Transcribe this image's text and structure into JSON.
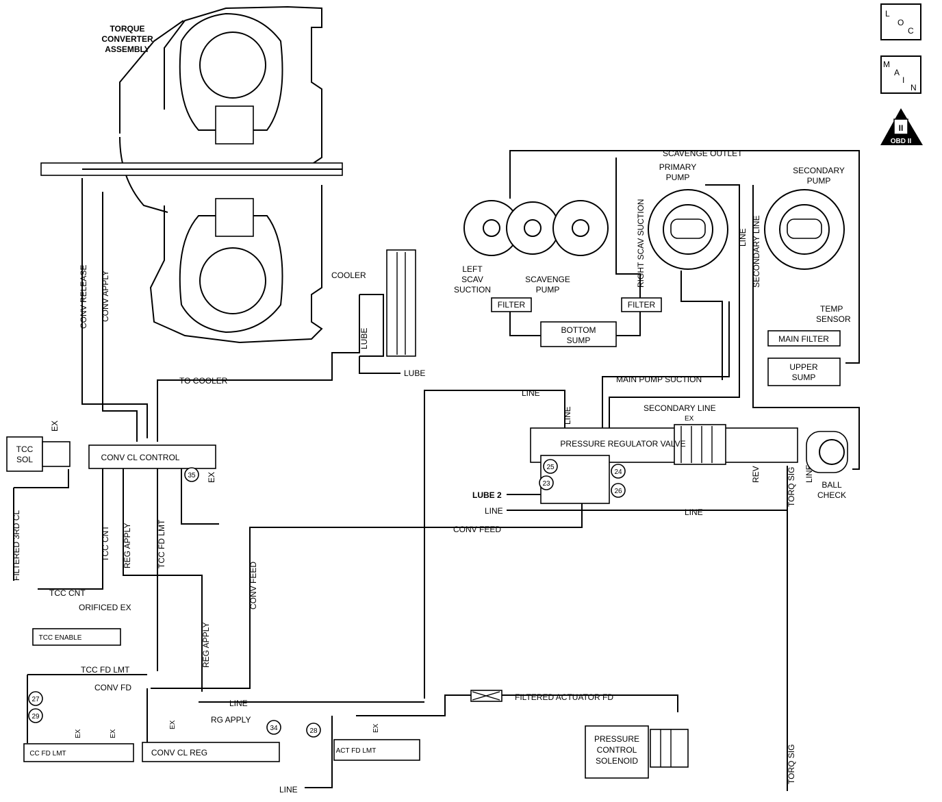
{
  "nav": {
    "loc": [
      "L",
      "O",
      "C"
    ],
    "main": [
      "M",
      "A",
      "I",
      "N"
    ],
    "obd": {
      "numeral": "II",
      "label": "OBD II"
    }
  },
  "components": {
    "torque_converter": [
      "TORQUE",
      "CONVERTER",
      "ASSEMBLY"
    ],
    "cooler": "COOLER",
    "left_scav_suction": [
      "LEFT",
      "SCAV",
      "SUCTION"
    ],
    "scavenge_pump": [
      "SCAVENGE",
      "PUMP"
    ],
    "primary_pump": [
      "PRIMARY",
      "PUMP"
    ],
    "secondary_pump": [
      "SECONDARY",
      "PUMP"
    ],
    "filter_left": "FILTER",
    "filter_right": "FILTER",
    "bottom_sump": [
      "BOTTOM",
      "SUMP"
    ],
    "temp_sensor": [
      "TEMP",
      "SENSOR"
    ],
    "main_filter": "MAIN FILTER",
    "upper_sump": [
      "UPPER",
      "SUMP"
    ],
    "pressure_regulator_valve": "PRESSURE REGULATOR VALVE",
    "ball_check": [
      "BALL",
      "CHECK"
    ],
    "tcc_sol": [
      "TCC",
      "SOL"
    ],
    "conv_cl_control": "CONV CL CONTROL",
    "tcc_enable": "TCC ENABLE",
    "cc_fd_lmt": "CC FD LMT",
    "conv_cl_reg": "CONV CL REG",
    "act_fd_lmt": "ACT FD LMT",
    "pressure_control_solenoid": [
      "PRESSURE",
      "CONTROL",
      "SOLENOID"
    ]
  },
  "lines": {
    "scavenge_outlet": "SCAVENGE OUTLET",
    "right_scav_suction": "RIGHT SCAV SUCTION",
    "line_vert": "LINE",
    "secondary_line_vert": "SECONDARY LINE",
    "conv_release": "CONV RELEASE",
    "conv_apply": "CONV APPLY",
    "lube_vert": "LUBE",
    "lube": "LUBE",
    "to_cooler": "TO COOLER",
    "main_pump_suction": "MAIN PUMP SUCTION",
    "line_mid": "LINE",
    "line_mid_vert": "LINE",
    "secondary_line": "SECONDARY LINE",
    "ex_reg": "EX",
    "lube_2": "LUBE 2",
    "line_left": "LINE",
    "line_right": "LINE",
    "rev": "REV",
    "torq_sig_top": "TORQ SIG",
    "line_ball": "LINE",
    "conv_feed": "CONV FEED",
    "conv_feed_vert": "CONV FEED",
    "tcc_cnt_vert": "TCC CNT",
    "reg_apply_vert": "REG APPLY",
    "tcc_fd_lmt_vert": "TCC FD LMT",
    "filtered_3rd_cl": "FILTERED 3RD CL",
    "ex_tcc": "EX",
    "ex_conv": "EX",
    "tcc_cnt": "TCC CNT",
    "orificed_ex": "ORIFICED EX",
    "tcc_fd_lmt": "TCC FD LMT",
    "conv_fd": "CONV FD",
    "reg_apply_vert2": "REG APPLY",
    "line_low": "LINE",
    "rg_apply": "RG APPLY",
    "line_bottom": "LINE",
    "filtered_actuator_fd": "FILTERED ACTUATOR FD",
    "torq_sig_bottom": "TORQ SIG",
    "ex": "EX"
  },
  "orifices": [
    "35",
    "25",
    "23",
    "24",
    "26",
    "27",
    "29",
    "34",
    "28"
  ]
}
